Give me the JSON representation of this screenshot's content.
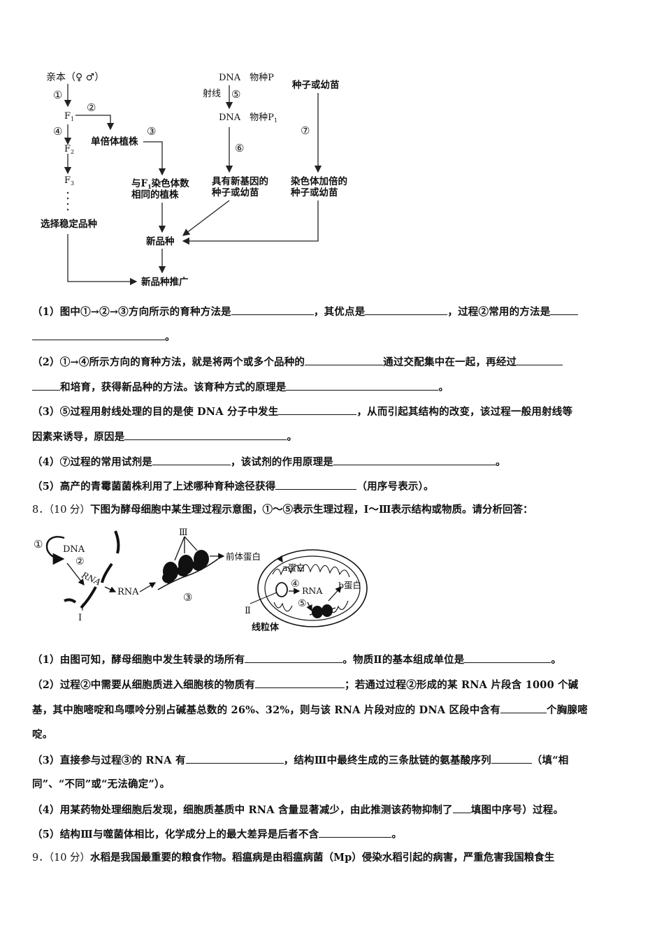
{
  "diagram1": {
    "parent": "亲本（♀ ♂）",
    "step1": "①",
    "step2": "②",
    "step3": "③",
    "step4": "④",
    "step5": "⑤",
    "step6": "⑥",
    "step7": "⑦",
    "f1": "F",
    "f1_sub": "1",
    "f2": "F",
    "f2_sub": "2",
    "f3": "F",
    "f3_sub": "3",
    "haploid": "单倍体植株",
    "same_chrom_line1": "与F",
    "same_chrom_sub": "1",
    "same_chrom_rest": "染色体数",
    "same_chrom_line2": "相同的植株",
    "select_stable": "选择稳定品种",
    "dna_p": "DNA　物种P",
    "radiation": "射线",
    "dna_p1": "DNA　物种P",
    "p1_sub": "1",
    "new_gene_line1": "具有新基因的",
    "new_gene_line2": "种子或幼苗",
    "seed_seedling": "种子或幼苗",
    "doubled_line1": "染色体加倍的",
    "doubled_line2": "种子或幼苗",
    "new_variety": "新品种",
    "promotion": "新品种推广"
  },
  "q7": {
    "p1a": "（1）图中①→②→③方向所示的育种方法是",
    "p1b": "，其优点是",
    "p1c": "，过程②常用的方法是",
    "p1d": "。",
    "p2a": "（2）①→④所示方向的育种方法，就是将两个或多个品种的",
    "p2b": "通过交配集中在一起，再经过",
    "p2c": "和培育，获得新品种的方法。该育种方式的原理是",
    "p2d": "。",
    "p3a": "（3）⑤过程用射线处理的目的是使 DNA 分子中发生",
    "p3b": "，从而引起其结构的改变，该过程一般用射线等",
    "p3c": "因素来诱导，原因是",
    "p3d": "。",
    "p4a": "（4）⑦过程的常用试剂是",
    "p4b": "，该试剂的作用原理是",
    "p4c": "。",
    "p5a": "（5）高产的青霉菌菌株利用了上述哪种育种途径获得",
    "p5b": "（用序号表示）。"
  },
  "q8": {
    "num": "8．（10 分）",
    "stem": "下图为酵母细胞中某生理过程示意图，①～⑤表示生理过程，Ⅰ～Ⅲ表示结构或物质。请分析回答：",
    "p1a": "（1）由图可知，酵母细胞中发生转录的场所有",
    "p1b": "。物质Ⅱ的基本组成单位是",
    "p1c": "。",
    "p2a": "（2）过程②中需要从细胞质进入细胞核的物质有",
    "p2b": "；若通过过程②形成的某 RNA 片段含 1000 个碱",
    "p2c": "基，其中胞嘧啶和鸟嘌呤分别占碱基总数的 26%、32%，则与该 RNA 片段对应的 DNA 区段中含有",
    "p2d": "个胸腺嘧",
    "p2e": "啶。",
    "p3a": "（3）直接参与过程③的 RNA 有",
    "p3b": "，结构Ⅲ中最终生成的三条肽链的氨基酸序列",
    "p3c": "（填“相",
    "p3d": "同”、“不同”或“无法确定”）。",
    "p4a": "（4）用某药物处理细胞后发现，细胞质基质中 RNA 含量显著减少，由此推测该药物抑制了",
    "p4b": "填图中序号）过程。",
    "p5a": "（5）结构Ⅲ与噬菌体相比，化学成分上的最大差异是后者不含",
    "p5b": "。"
  },
  "diagram2": {
    "c1": "①",
    "c2": "②",
    "c3": "③",
    "c4": "④",
    "c5": "⑤",
    "dna": "DNA",
    "rna_curve": "RNA",
    "rna1": "RNA",
    "rna2": "RNA",
    "roman1": "Ⅰ",
    "roman2": "Ⅱ",
    "roman3": "Ⅲ",
    "precursor": "前体蛋白",
    "a_protein": "a蛋白",
    "b_protein": "b蛋白",
    "mito": "线粒体"
  },
  "q9": {
    "num": "9．（10 分）",
    "stem": "水稻是我国最重要的粮食作物。稻瘟病是由稻瘟病菌（Mp）侵染水稻引起的病害，严重危害我国粮食生"
  }
}
